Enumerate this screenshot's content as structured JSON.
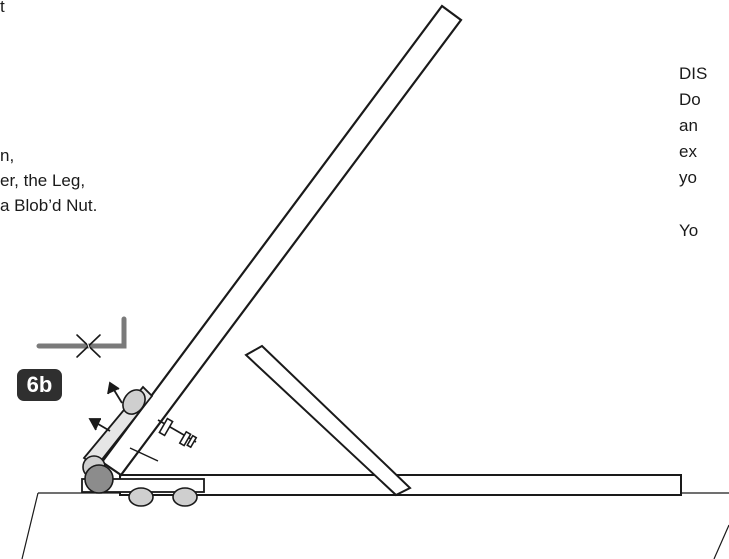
{
  "left_text": {
    "line0": "t",
    "line1": "n,",
    "line2": "er, the Leg,",
    "line3": "a Blob’d Nut."
  },
  "right_text": {
    "line1": "DIS",
    "line2": "Do",
    "line3": "an",
    "line4": "ex",
    "line5": "yo",
    "line6": "Yo"
  },
  "step_label": "6b",
  "colors": {
    "stroke": "#1a1a1a",
    "arm_fill": "#cfcfcf",
    "nut_fill": "#8c8c8c",
    "badge": "#2f2f2f",
    "wrench": "#7a7a7a"
  },
  "icons": [
    "crossed-out-allen-key-icon",
    "arrow-icon"
  ]
}
